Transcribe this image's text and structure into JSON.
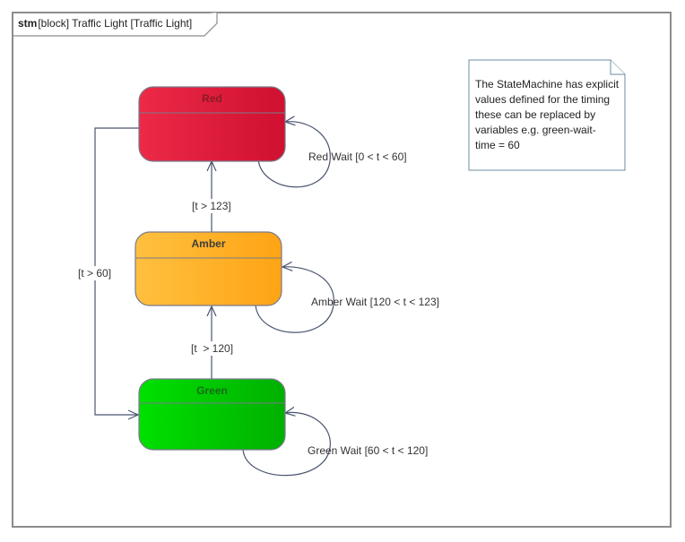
{
  "frame": {
    "kind": "stm",
    "title": "[block] Traffic Light [Traffic Light]"
  },
  "states": {
    "red": {
      "name": "Red",
      "fill_dark": "#d21232",
      "fill_light": "#ec2a48"
    },
    "amber": {
      "name": "Amber",
      "fill_dark": "#ffa51a",
      "fill_light": "#ffbe3c"
    },
    "green": {
      "name": "Green",
      "fill_dark": "#00b400",
      "fill_light": "#00dc00"
    }
  },
  "transitions": {
    "red_wait": "Red Wait [0 < t < 60]",
    "amber_to_red": "[t > 123]",
    "amber_wait": "Amber Wait [120 < t < 123]",
    "red_to_green": "[t > 60]",
    "green_to_amber": "[t  > 120]",
    "green_wait": "Green Wait [60 < t < 120]"
  },
  "note": {
    "lines": [
      "The StateMachine has explicit",
      "values defined for the timing",
      "these can be replaced by",
      "variables e.g. green-wait-",
      "time = 60"
    ]
  },
  "colors": {
    "frame_border": "#8c8c8c",
    "edge": "#4a5570",
    "note_border": "#6e8ca0"
  }
}
